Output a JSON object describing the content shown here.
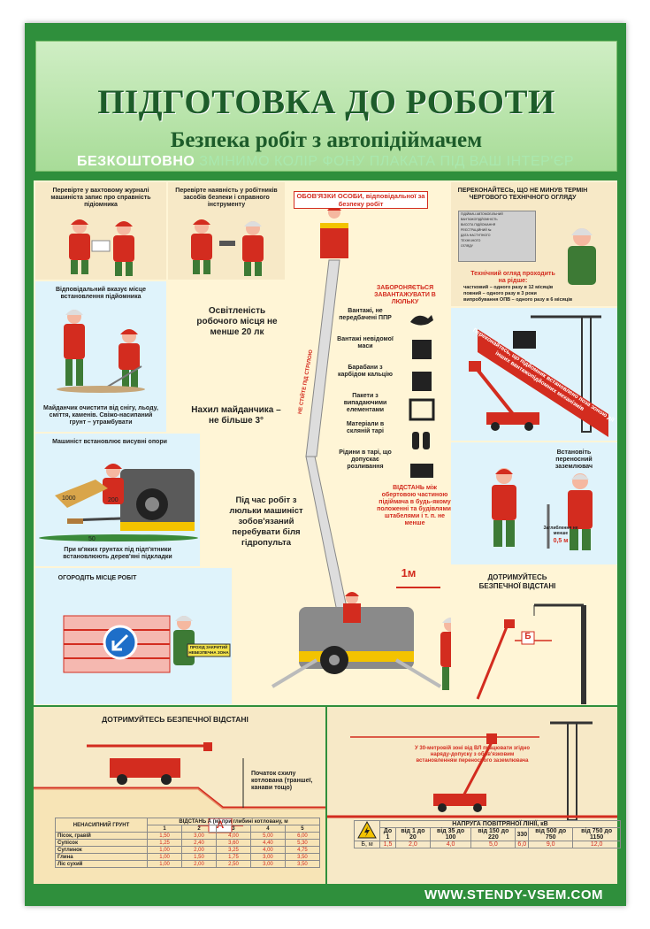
{
  "header": {
    "title": "ПІДГОТОВКА ДО РОБОТИ",
    "subtitle": "Безпека робіт з автопідіймачем",
    "promo_highlight": "БЕЗКОШТОВНО",
    "promo_rest": " ЗМІНИМО КОЛІР ФОНУ ПЛАКАТА ПІД ВАШ ІНТЕР'ЄР"
  },
  "panels": {
    "journal": "Перевірте у вахтовому журналі машиніста запис про справність підіомника",
    "ppe": "Перевірте наявність у робітників засобів безпеки і справного інструменту",
    "site_choice": "Відповідальний вказує місце встановлення підйомника",
    "site_clean": "Майданчик очистити від снігу, льоду, сміття, каменів. Свіжо-насипаний грунт – утрамбувати",
    "outriggers": "Машиніст встановлює висувні опори",
    "dim_1000": "1000",
    "dim_200": "200",
    "dim_50": "50",
    "soft_ground": "При м'яких грунтах під підп'ятники встановлюють дерев'яні підкладки",
    "fence": "ОГОРОДІТЬ МІСЦЕ РОБІТ",
    "sign_line1": "ПРОХІД ЗАКРИТИЙ",
    "sign_line2": "НЕБЕЗПЕЧНА ЗОНА",
    "lighting": "Освітленість робочого місця не менше 20 лк",
    "slope": "Нахил майданчика – не більше 3°",
    "hydraulics": "Під час робіт з люльки машиніст зобов'язаний перебувати біля гідропульта",
    "safety_officer": "ОБОВ'ЯЗКИ ОСОБИ, відповідальної за безпеку робіт",
    "boom_text": "НЕ СТІЙТЕ ПІД СТРІЛОЮ",
    "forbidden_title": "ЗАБОРОНЯЄТЬСЯ ЗАВАНТАЖУВАТИ В ЛЮЛЬКУ",
    "forbidden_items": [
      "Вантажі, не передбачені ППР",
      "Вантажі невідомої маси",
      "Барабани з карбідом кальцію",
      "Пакети з випадаючими елементами",
      "Матеріали в скляній тарі",
      "Рідини в тарі, що допускає розливання"
    ],
    "distance_note": "ВІДСТАНЬ між обертовою частиною підіймача в будь-якому положенні та будівлями, штабелями і т. п. не менше",
    "distance_value": "1м",
    "inspection_title": "ПЕРЕКОНАЙТЕСЬ, ЩО НЕ МИНУВ ТЕРМІН ЧЕРГОВОГО ТЕХНІЧНОГО ОГЛЯДУ",
    "plate_lines": [
      "ПІДІЙМАЧ АВТОМОБІЛЬНИЙ",
      "ВАНТАЖОПІДЙОМНІСТЬ",
      "ВИСОТА ПІДЙОМАННЯ",
      "РЕЄСТРАЦІЙНИЙ №",
      "ДАТА НАСТУПНОГО",
      "ТЕХНІЧНОГО",
      "ОГЛЯДУ"
    ],
    "inspection_intro": "Технічний огляд проходить на рідше:",
    "inspection_items": [
      "частковий – одного разу в 12 місяців",
      "повний – одного разу в 3 роки",
      "випробування ОПВ – одного разу в 6 місяців"
    ],
    "crane_banner": "Переконайтесь, що підйомник встановлено поза зоною дії інших вантажопідйомних механізмів",
    "grounding": "Встановіть переносний заземлювач",
    "grounding_depth_label": "Заглиблення не менше",
    "grounding_depth_value": "0,5 м",
    "safe_distance_right": "ДОТРИМУЙТЕСЬ БЕЗПЕЧНОЇ ВІДСТАНІ",
    "dist_b": "Б",
    "safe_distance_bottom": "ДОТРИМУЙТЕСЬ БЕЗПЕЧНОЇ ВІДСТАНІ",
    "trench_note": "Початок схилу котлована (траншеї, канави тощо)",
    "dist_a": "А",
    "vl_note": "У 30-метровій зоні від ВЛ працювати згідно наряду-допуску з обов'язковим встановленням переносного заземлювача"
  },
  "table_soil": {
    "corner": "НЕНАСИПНИЙ ГРУНТ",
    "header": "ВІДСТАНЬ А (м) при глибині котловану, м",
    "depths": [
      "1",
      "2",
      "3",
      "4",
      "5"
    ],
    "rows": [
      {
        "soil": "Пісок, гравій",
        "values": [
          "1,50",
          "3,00",
          "4,00",
          "5,00",
          "6,00"
        ]
      },
      {
        "soil": "Супісок",
        "values": [
          "1,25",
          "2,40",
          "3,60",
          "4,40",
          "5,30"
        ]
      },
      {
        "soil": "Суглинок",
        "values": [
          "1,00",
          "2,00",
          "3,25",
          "4,00",
          "4,75"
        ]
      },
      {
        "soil": "Глина",
        "values": [
          "1,00",
          "1,50",
          "1,75",
          "3,00",
          "3,50"
        ]
      },
      {
        "soil": "Ліс сухий",
        "values": [
          "1,00",
          "2,00",
          "2,50",
          "3,00",
          "3,50"
        ]
      }
    ]
  },
  "table_voltage": {
    "header": "НАПРУГА ПОВІТРЯНОЇ ЛІНІЇ, кВ",
    "voltages": [
      "До 1",
      "від 1 до 20",
      "від 35 до 100",
      "від 150 до 220",
      "330",
      "від 500 до 750",
      "від 750 до 1150"
    ],
    "row_label": "Б, м",
    "distances": [
      "1,5",
      "2,0",
      "4,0",
      "5,0",
      "6,0",
      "9,0",
      "12,0"
    ]
  },
  "footer": {
    "website": "WWW.STENDY-VSEM.COM"
  }
}
